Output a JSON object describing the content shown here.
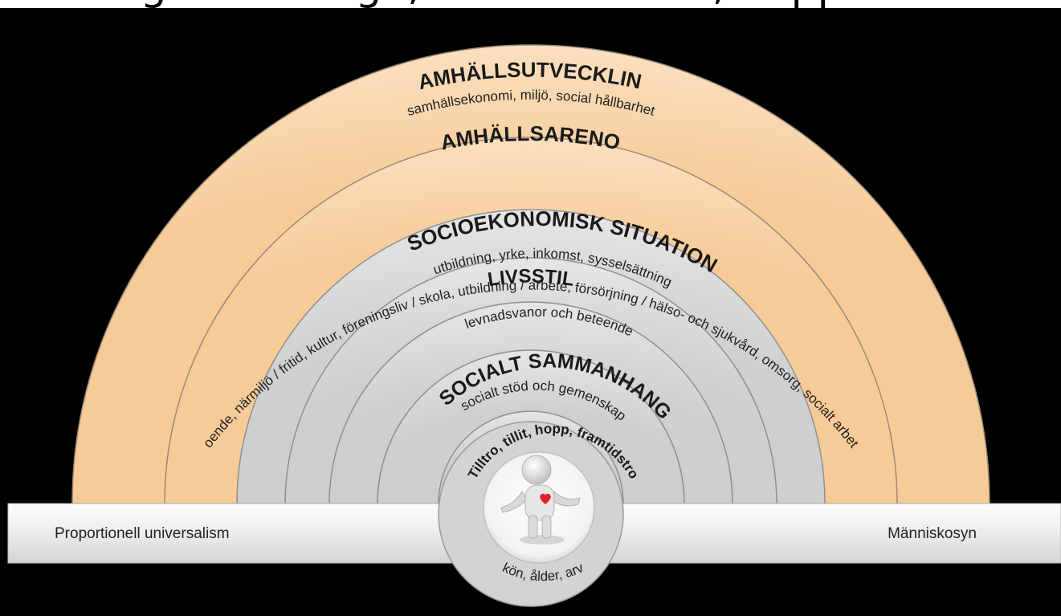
{
  "header_fragment": "… till egen förmåga, tillit till andra, hopp och framtidstro",
  "rings": {
    "samhallsutveckling": {
      "title": "SAMHÄLLSUTVECKLING",
      "subtitle": "samhällsekonomi, miljö, social hållbarhet"
    },
    "samhallsarenor": {
      "title": "SAMHÄLLSARENOR",
      "subtitle": "boende, närmiljö / fritid, kultur, föreningsliv / skola, utbildning / arbete, försörjning / hälso- och sjukvård, omsorg, socialt arbete"
    },
    "socioekonomisk": {
      "title": "SOCIOEKONOMISK SITUATION",
      "subtitle": "utbildning, yrke, inkomst, sysselsättning"
    },
    "livsstil": {
      "title": "LIVSSTIL",
      "subtitle": "levnadsvanor och beteende"
    },
    "socialt": {
      "title": "SOCIALT SAMMANHANG",
      "subtitle": "socialt stöd och gemenskap"
    },
    "tilltro": {
      "title": "Tilltro, tillit, hopp, framtidstro"
    }
  },
  "center": {
    "bottom_label": "kön, ålder, arv"
  },
  "bar": {
    "left_label": "Proportionell universalism",
    "right_label": "Människosyn"
  },
  "colors": {
    "outer_rings": "#f8d3a6",
    "inner_rings": "#d9d9d9",
    "bar": "#e9e9e9",
    "heart": "#e0202a"
  }
}
